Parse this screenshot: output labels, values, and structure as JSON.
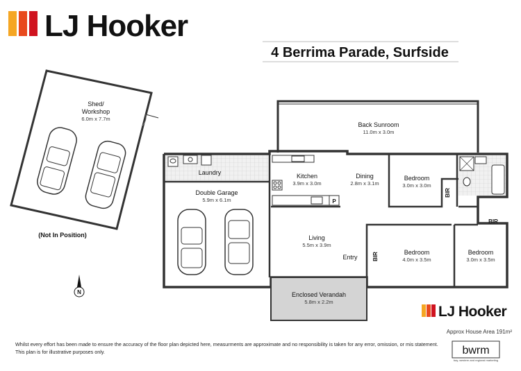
{
  "brand": {
    "name": "LJ Hooker",
    "stripe_colors": [
      "#F5A623",
      "#E8491D",
      "#D0131F"
    ]
  },
  "address": "4 Berrima Parade, Surfside",
  "rooms": {
    "shed": {
      "name": "Shed/\nWorkshop",
      "dims": "6.0m x 7.7m"
    },
    "back_sunroom": {
      "name": "Back Sunroom",
      "dims": "11.0m x 3.0m"
    },
    "laundry": {
      "name": "Laundry"
    },
    "kitchen": {
      "name": "Kitchen",
      "dims": "3.9m x 3.0m"
    },
    "dining": {
      "name": "Dining",
      "dims": "2.8m x 3.1m"
    },
    "bedroom_top": {
      "name": "Bedroom",
      "dims": "3.0m x 3.0m"
    },
    "double_garage": {
      "name": "Double Garage",
      "dims": "5.9m x 6.1m"
    },
    "living": {
      "name": "Living",
      "dims": "5.5m x 3.9m"
    },
    "entry": {
      "name": "Entry"
    },
    "bedroom_mid": {
      "name": "Bedroom",
      "dims": "4.0m x 3.5m"
    },
    "bedroom_right": {
      "name": "Bedroom",
      "dims": "3.0m x 3.5m"
    },
    "enclosed_verandah": {
      "name": "Enclosed Verandah",
      "dims": "5.8m x 2.2m"
    }
  },
  "labels": {
    "not_in_position": "(Not In Position)",
    "bir": "BIR",
    "pantry": "P",
    "north": "N"
  },
  "footer": {
    "area": "Approx House Area 191m²",
    "disclaimer_1": "Whilst every effort has been made to ensure the accuracy of the floor plan depicted here, measurments are approximate and no responsibility is taken for any error, omission, or mis statement.",
    "disclaimer_2": "This plan is for illustrative purposes only.",
    "maker_logo": "bwrm",
    "maker_tagline": "bay, western and regional marketing"
  },
  "colors": {
    "wall": "#333333",
    "verandah_fill": "#d4d4d4",
    "tile": "#e6e6e6"
  }
}
